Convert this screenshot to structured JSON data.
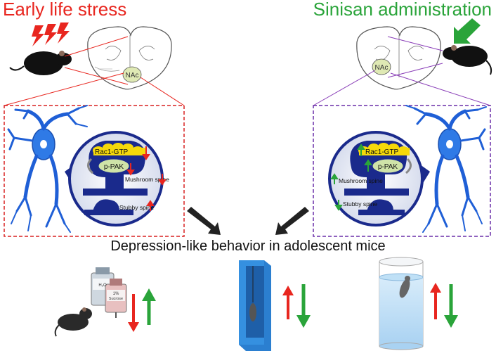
{
  "left_condition": {
    "title": "Early life stress",
    "color": "#e8261f"
  },
  "right_condition": {
    "title": "Sinisan administration",
    "color": "#2aa43a"
  },
  "brain_region_label": "NAc",
  "left_panel": {
    "protein_top": "Rac1-GTP",
    "protein_bottom": "p-PAK",
    "spine_mushroom": "Mushroom spine",
    "spine_stubby": "Stubby spine",
    "mushroom_change": "down",
    "stubby_change": "up"
  },
  "right_panel": {
    "protein_top": "Rac1-GTP",
    "protein_bottom": "p-PAK",
    "spine_mushroom": "Mushroom spine",
    "spine_stubby": "Stubby spine",
    "mushroom_change": "up",
    "stubby_change": "down"
  },
  "caption": "Depression-like behavior in adolescent mice",
  "bottle_labels": {
    "water": "H₂O",
    "sucrose_pct": "1%",
    "sucrose": "Sucrose"
  },
  "colors": {
    "neuron": "#1f5fd6",
    "circle": "#1a2a8c",
    "up_red": "#e8261f",
    "down_green": "#2aa43a",
    "tank": "#2b7fd0"
  }
}
